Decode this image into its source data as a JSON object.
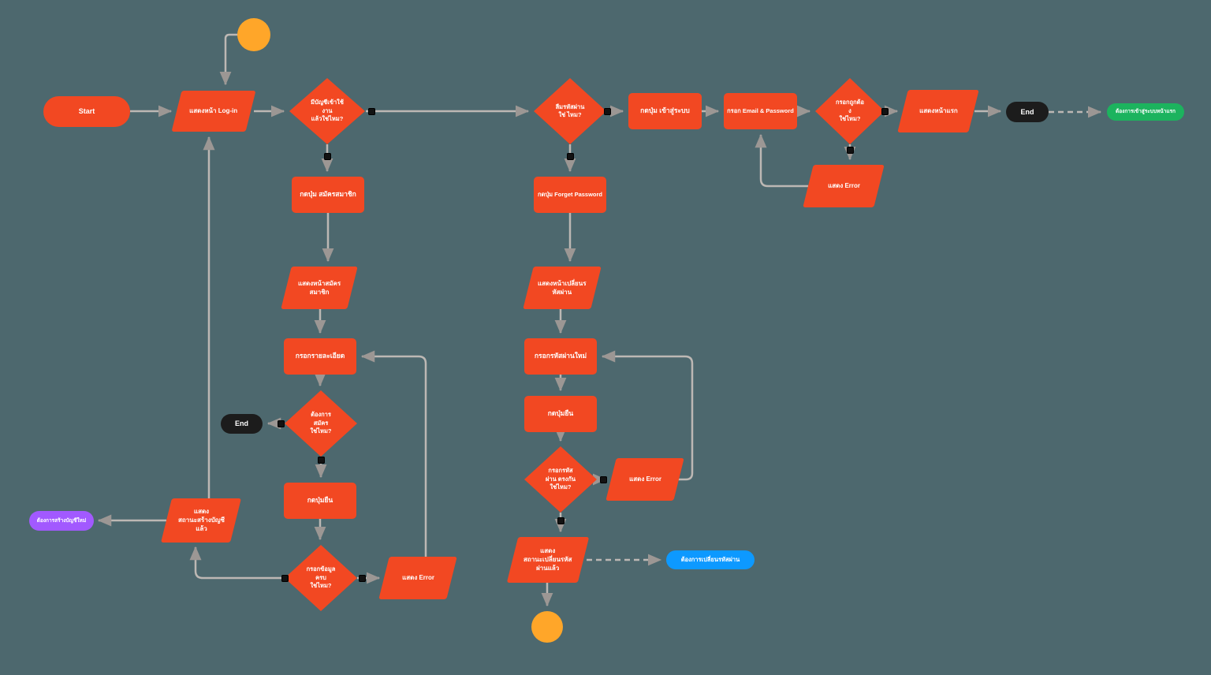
{
  "colors": {
    "bg": "#4d686e",
    "red": "#F24822",
    "orange": "#FFA629",
    "purple": "#A259FF",
    "blue": "#0D99FF",
    "green": "#1CB35E",
    "black": "#1c1c1c",
    "wire": "#bdb8b4",
    "arrow": "#9c9794"
  },
  "nodes": {
    "start": {
      "label": "Start"
    },
    "login_page": {
      "label": "แสดงหน้า Log-in"
    },
    "has_account": {
      "label": "มีบัญชีเข้าใช้\nงาน\nแล้วใช่ไหม?"
    },
    "register_btn": {
      "label": "กดปุ่ม สมัครสมาชิก"
    },
    "register_page": {
      "label": "แสดงหน้าสมัคร\nสมาชิก"
    },
    "fill_details": {
      "label": "กรอกรายละเอียด"
    },
    "want_register": {
      "label": "ต้องการ\nสมัคร\nใช่ไหม?"
    },
    "end1": {
      "label": "End"
    },
    "confirm1": {
      "label": "กดปุ่มยืน"
    },
    "data_complete": {
      "label": "กรอกข้อมูล\nครบ\nใช่ไหม?"
    },
    "error1": {
      "label": "แสดง Error"
    },
    "account_created": {
      "label": "แสดง\nสถานะสร้างบัญชี\nแล้ว"
    },
    "new_account_pill": {
      "label": "ต้องการสร้างบัญชีใหม่"
    },
    "forgot_pw": {
      "label": "ลืมรหัสผ่าน\nใช่ ไหม?"
    },
    "forget_btn": {
      "label": "กดปุ่ม Forget Password"
    },
    "change_pw_page": {
      "label": "แสดงหน้าเปลี่ยนร\nหัสผ่าน"
    },
    "new_pw": {
      "label": "กรอกรหัสผ่านใหม่"
    },
    "confirm2": {
      "label": "กดปุ่มยืน"
    },
    "pw_match": {
      "label": "กรอกรหัส\nผ่าน ตรงกัน\nใช่ไหม?"
    },
    "error3": {
      "label": "แสดง Error"
    },
    "pw_changed": {
      "label": "แสดง\nสถานะเปลี่ยนรหัส\nผ่านแล้ว"
    },
    "change_pw_pill": {
      "label": "ต้องการเปลี่ยนรหัสผ่าน"
    },
    "login_btn": {
      "label": "กดปุ่ม เข้าสู่ระบบ"
    },
    "email_box": {
      "label": "กรอก Email & Password"
    },
    "correct": {
      "label": "กรอกถูกต้อ\nง\nใช่ไหม?"
    },
    "error2": {
      "label": "แสดง Error"
    },
    "home_page": {
      "label": "แสดงหน้าแรก"
    },
    "end2": {
      "label": "End"
    },
    "login_home_pill": {
      "label": "ต้องการเข้าสู่ระบบหน้าแรก"
    }
  }
}
